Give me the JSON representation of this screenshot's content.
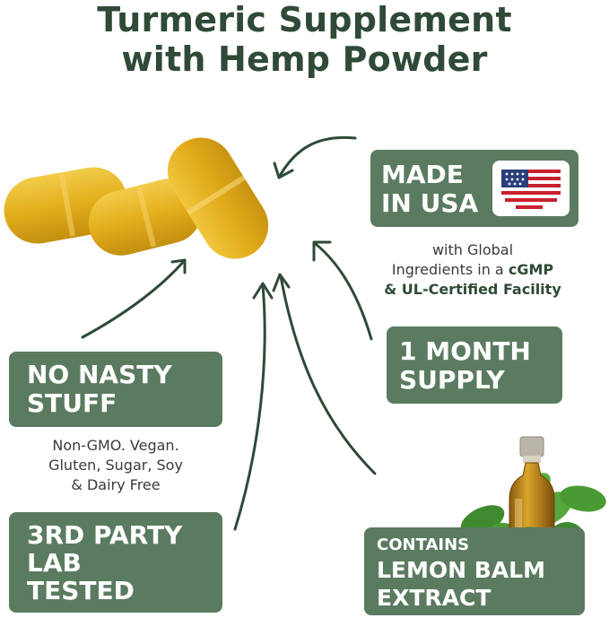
{
  "title": {
    "line1": "Turmeric Supplement",
    "line2": "with Hemp Powder"
  },
  "badges": {
    "made_in_usa": {
      "line1": "MADE",
      "line2": "IN USA"
    },
    "one_month": {
      "line1": "1 MONTH",
      "line2": "SUPPLY"
    },
    "no_nasty": {
      "line1": "NO NASTY",
      "line2": "STUFF"
    },
    "third_party": {
      "line1": "3RD PARTY",
      "line2": "LAB",
      "line3": "TESTED"
    },
    "lemon_balm": {
      "line1": "CONTAINS",
      "line2": "LEMON BALM",
      "line3": "EXTRACT"
    }
  },
  "captions": {
    "usa": {
      "line1": "with Global",
      "line2_plain": "Ingredients in a ",
      "line2_bold": "cGMP",
      "line3": "& UL-Certified Facility"
    },
    "no_nasty": {
      "line1": "Non-GMO. Vegan.",
      "line2": "Gluten, Sugar, Soy",
      "line3": "& Dairy Free"
    }
  },
  "colors": {
    "brand_green": "#2f4a37",
    "badge_green": "#5b7b60",
    "capsule_yellow": "#e6b21f",
    "flag_red": "#c8202f",
    "flag_blue": "#2a3f7a"
  }
}
